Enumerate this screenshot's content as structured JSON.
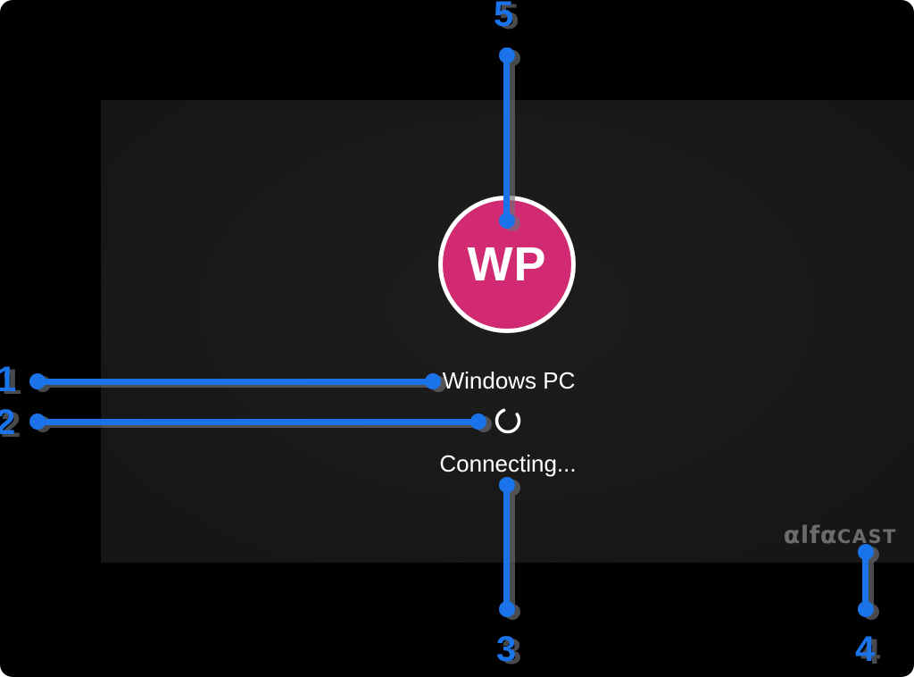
{
  "cast_screen": {
    "device_name": "Windows PC",
    "status_text": "Connecting...",
    "avatar_initials": "WP",
    "brand": {
      "alpha_part": "αlfα",
      "cast_part": "CAST"
    }
  },
  "annotations": {
    "labels": [
      "1",
      "2",
      "3",
      "4",
      "5"
    ]
  },
  "colors": {
    "annotation_blue": "#1a73e8",
    "avatar_pink": "#d22a72",
    "panel_background": "#181818",
    "screen_background": "#000000",
    "text_white": "#ffffff",
    "brand_gray": "#6b6b6b"
  }
}
